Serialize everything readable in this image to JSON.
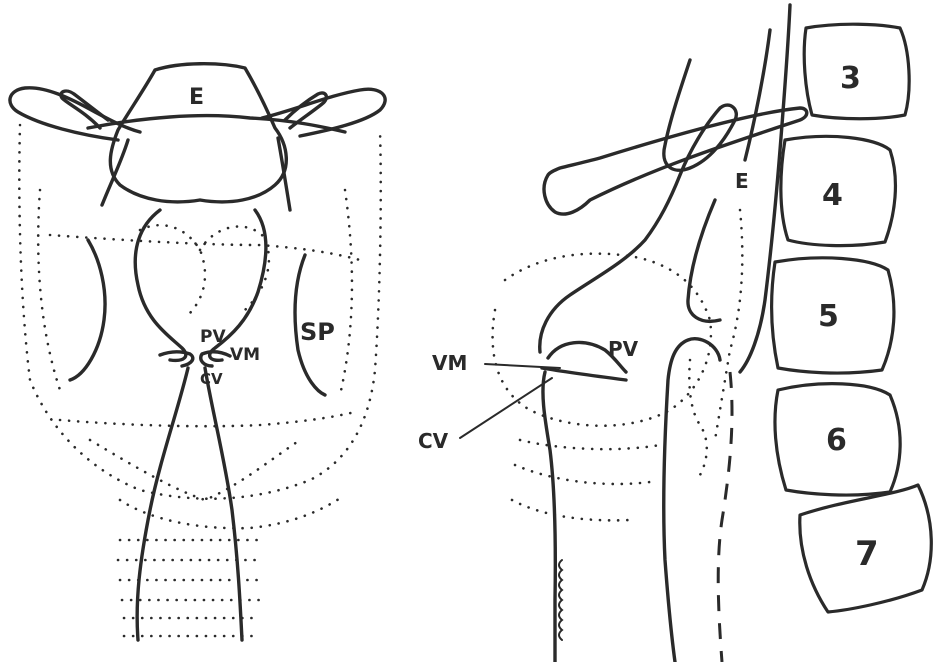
{
  "labels": {
    "front": {
      "epiglottis": "E",
      "pv": "PV",
      "vm": "VM",
      "cv": "CV",
      "sp": "SP"
    },
    "side": {
      "epiglottis": "E",
      "pv": "PV",
      "vm": "VM",
      "cv": "CV"
    },
    "vertebrae": [
      "3",
      "4",
      "5",
      "6",
      "7"
    ]
  }
}
